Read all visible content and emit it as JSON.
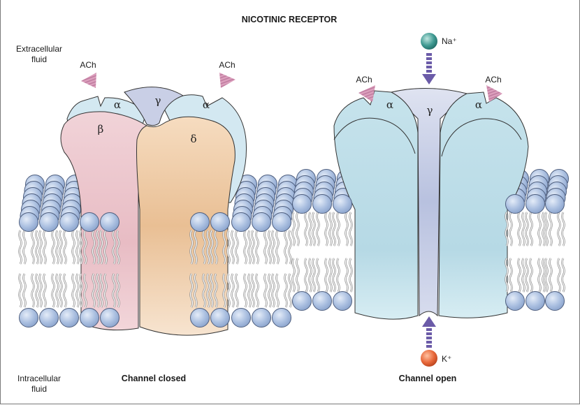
{
  "title": "NICOTINIC RECEPTOR",
  "regions": {
    "extracellular": [
      "Extracellular",
      "fluid"
    ],
    "intracellular": [
      "Intracellular",
      "fluid"
    ]
  },
  "closed_channel": {
    "caption": "Channel closed",
    "ligand_labels": [
      "ACh",
      "ACh"
    ],
    "subunits": {
      "alpha_left": "α",
      "gamma": "γ",
      "alpha_right": "α",
      "beta": "β",
      "delta": "δ"
    }
  },
  "open_channel": {
    "caption": "Channel open",
    "ligand_labels": [
      "ACh",
      "ACh"
    ],
    "subunits": {
      "alpha_left": "α",
      "gamma": "γ",
      "alpha_right": "α"
    },
    "ion_in": "Na⁺",
    "ion_out": "K⁺"
  },
  "colors": {
    "alpha": "#d3e8f1",
    "gamma": "#c9cfe6",
    "beta": "#ecc4cb",
    "delta": "#efc9a4",
    "open_body": "#c2e0ea",
    "ach": "#d596b4",
    "lipid_head": "#a9bedf",
    "na_ion": "#3f9a92",
    "k_ion": "#e86a3e",
    "arrow": "#6b5ba8"
  }
}
